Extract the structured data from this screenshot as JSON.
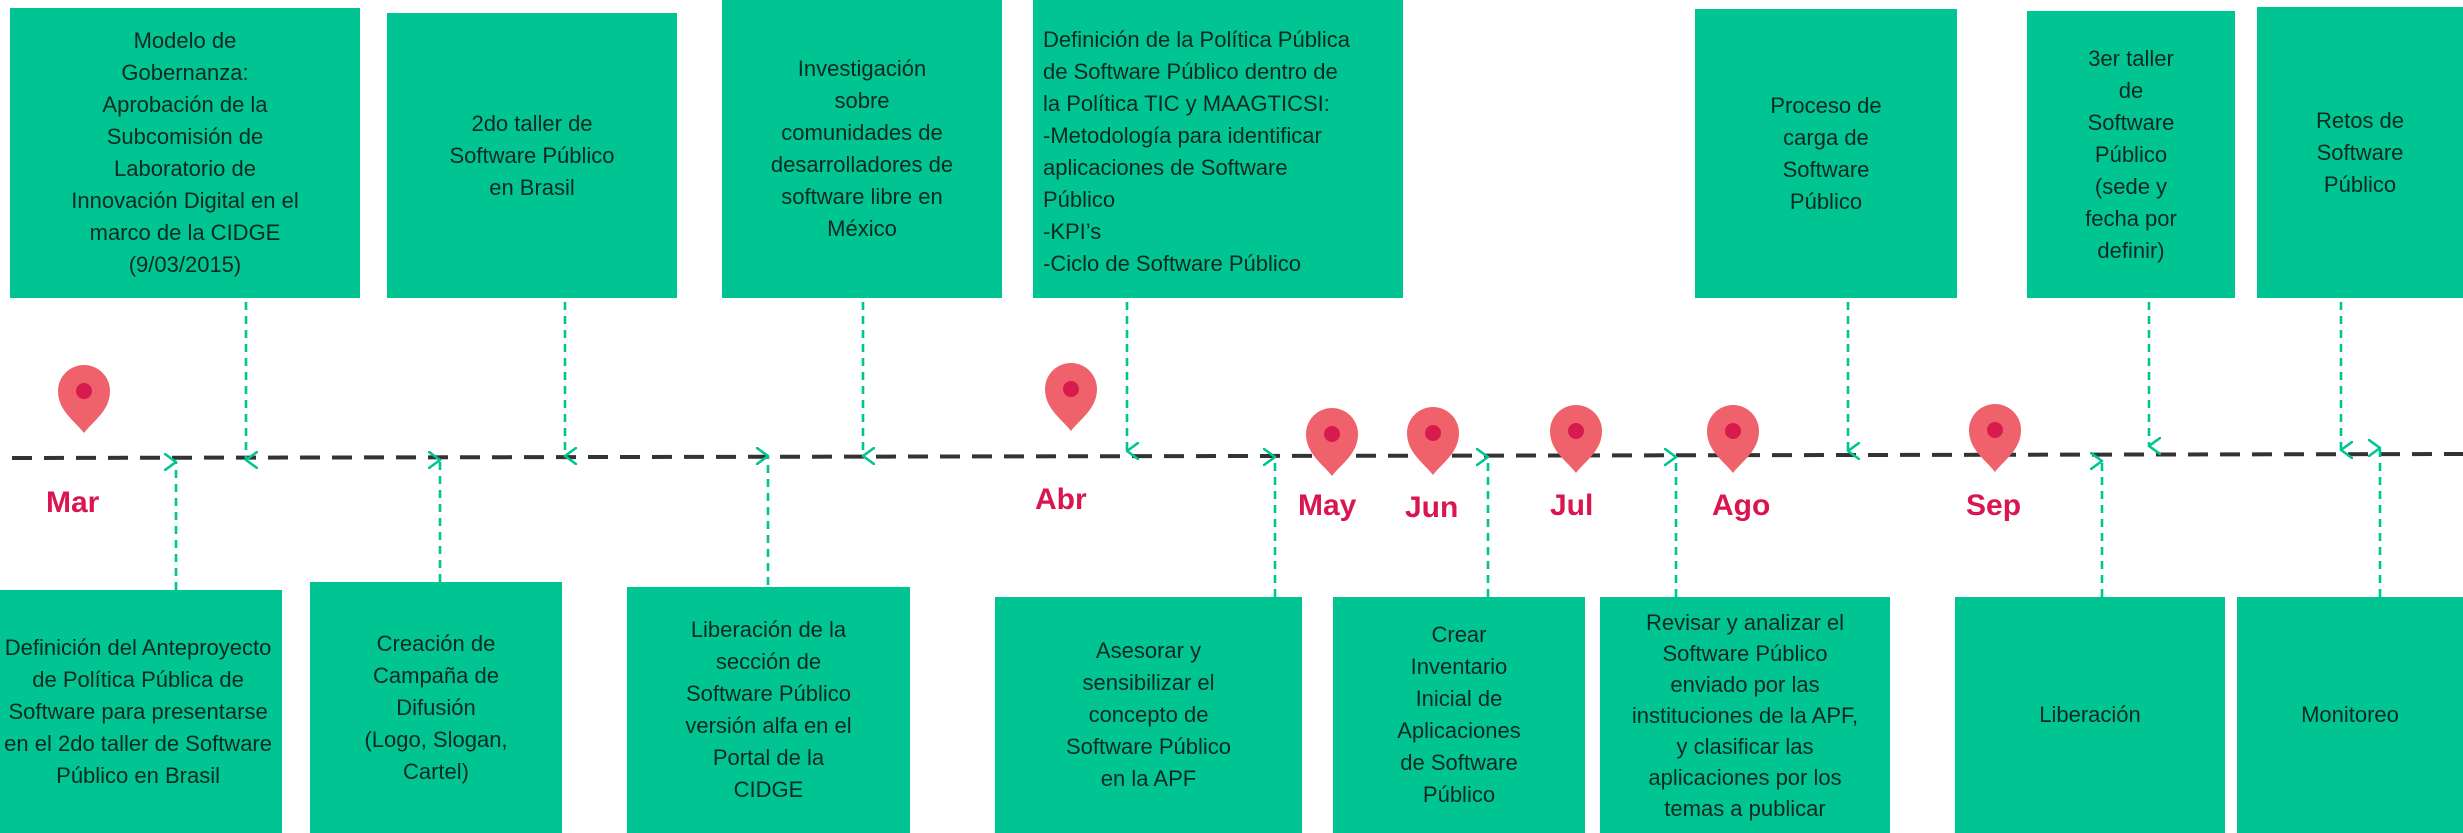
{
  "palette": {
    "box": "#00c593",
    "arrow": "#00c593",
    "marker": "#f0626b",
    "marker_dot": "#d81b4f",
    "month": "#d9164f",
    "axis": "#333333"
  },
  "months": [
    "Mar",
    "Abr",
    "May",
    "Jun",
    "Jul",
    "Ago",
    "Sep"
  ],
  "top_events": [
    "Modelo de\nGobernanza:\nAprobación de la\nSubcomisión de\nLaboratorio de\nInnovación Digital en el\nmarco de la CIDGE\n(9/03/2015)",
    "2do taller de\nSoftware Público\nen Brasil",
    "Investigación\nsobre\ncomunidades de\ndesarrolladores de\nsoftware libre en\nMéxico",
    "Definición de la Política Pública\nde Software Público dentro de\nla Política TIC y MAAGTICSI:\n-Metodología para identificar\naplicaciones de Software\nPúblico\n-KPI’s\n-Ciclo de Software Público",
    "Proceso de\ncarga de\nSoftware\nPúblico",
    "3er taller\nde\nSoftware\nPúblico\n(sede y\nfecha por\ndefinir)",
    "Retos de\nSoftware\nPúblico"
  ],
  "bottom_events": [
    "Definición del Anteproyecto\nde Política Pública de\nSoftware para presentarse\nen el 2do taller de Software\nPúblico en Brasil",
    "Creación de\nCampaña de\nDifusión\n(Logo, Slogan,\nCartel)",
    "Liberación de la\nsección de\nSoftware Público\nversión alfa en el\nPortal de la\nCIDGE",
    "Asesorar y\nsensibilizar el\nconcepto de\nSoftware Público\nen la APF",
    "Crear\nInventario\nInicial de\nAplicaciones\nde Software\nPúblico",
    "Revisar y analizar el\nSoftware Público\nenviado por las\ninstituciones de la APF,\ny clasificar las\naplicaciones por los\ntemas a publicar",
    "Liberación",
    "Monitoreo"
  ]
}
